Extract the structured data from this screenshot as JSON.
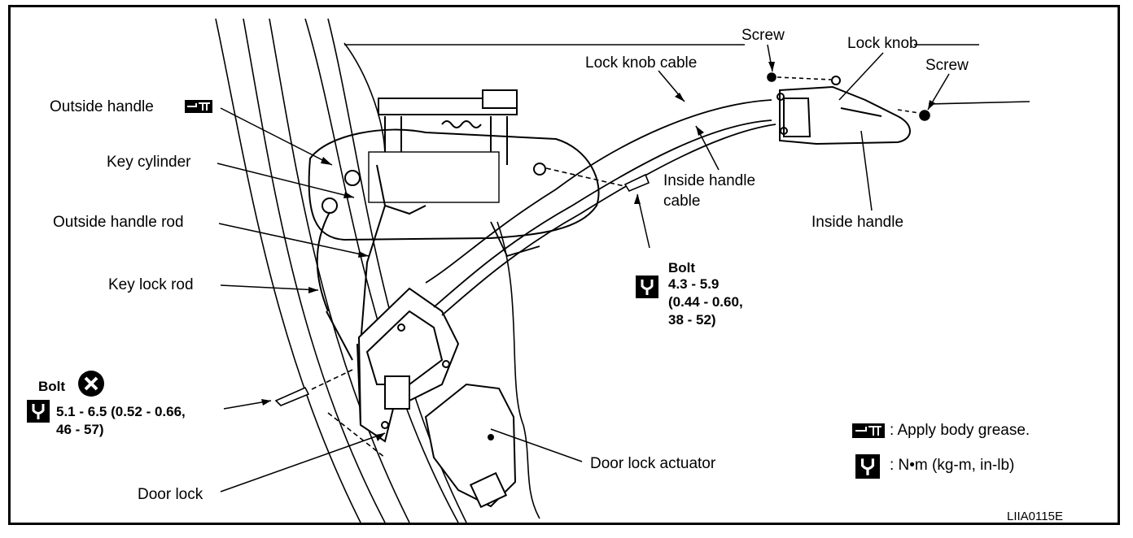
{
  "labels": {
    "outside_handle": "Outside handle",
    "key_cylinder": "Key cylinder",
    "outside_handle_rod": "Outside handle rod",
    "key_lock_rod": "Key lock rod",
    "door_lock": "Door lock",
    "door_lock_actuator": "Door lock actuator",
    "screw_top": "Screw",
    "screw_right": "Screw",
    "lock_knob": "Lock knob",
    "lock_knob_cable": "Lock knob cable",
    "inside_handle_cable_1": "Inside handle",
    "inside_handle_cable_2": "cable",
    "inside_handle": "Inside handle"
  },
  "bolt_upper": {
    "title": "Bolt",
    "torque_1": "4.3 - 5.9",
    "torque_2": "(0.44 - 0.60,",
    "torque_3": "38 - 52)"
  },
  "bolt_lower": {
    "title": "Bolt",
    "torque_1": "5.1 - 6.5 (0.52 - 0.66,",
    "torque_2": "46 - 57)"
  },
  "legend": {
    "grease": ": Apply body grease.",
    "torque_units": ":  N•m  (kg-m,  in-lb)"
  },
  "reference_code": "LIIA0115E",
  "icons": {
    "grease": "grease-icon",
    "torque": "torque-wrench-icon",
    "no_reuse": "do-not-reuse-icon"
  }
}
